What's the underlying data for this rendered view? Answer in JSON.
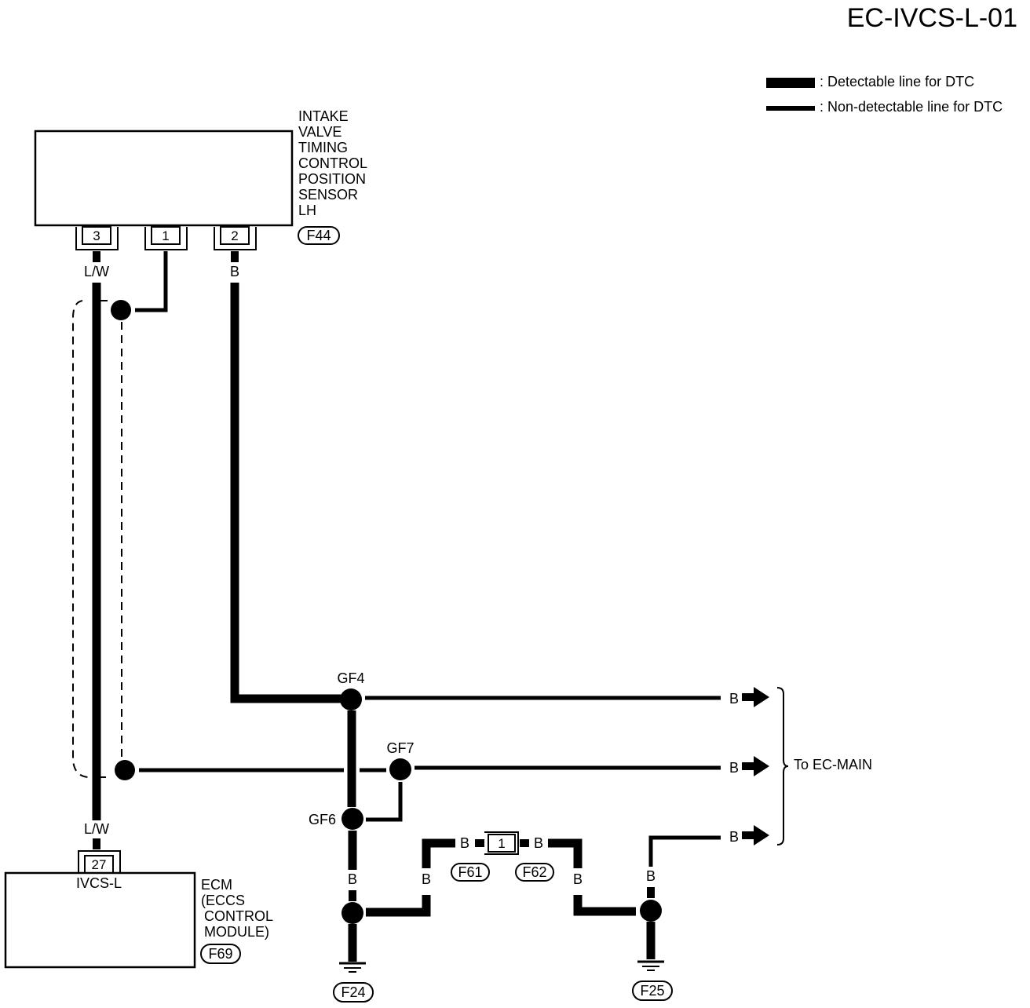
{
  "diagram_id": "EC-IVCS-L-01",
  "legend": {
    "detectable": ": Detectable line for DTC",
    "non_detectable": ": Non-detectable line for DTC"
  },
  "sensor": {
    "name_lines": [
      "INTAKE",
      "VALVE",
      "TIMING",
      "CONTROL",
      "POSITION",
      "SENSOR",
      "LH"
    ],
    "connector": "F44",
    "pins": [
      "3",
      "1",
      "2"
    ]
  },
  "ecm": {
    "name_lines": [
      "ECM",
      "(ECCS",
      "CONTROL",
      "MODULE)"
    ],
    "pin": "27",
    "pin_label": "IVCS-L",
    "connector": "F69"
  },
  "wire_colors": {
    "signal_top": "L/W",
    "signal_bottom": "L/W",
    "ground_b": "B"
  },
  "junctions": {
    "gf4": "GF4",
    "gf7": "GF7",
    "gf6": "GF6"
  },
  "connectors": {
    "f61": "F61",
    "f62": "F62",
    "inline_pin": "1",
    "f24": "F24",
    "f25": "F25"
  },
  "to_ec_main": "To EC-MAIN"
}
